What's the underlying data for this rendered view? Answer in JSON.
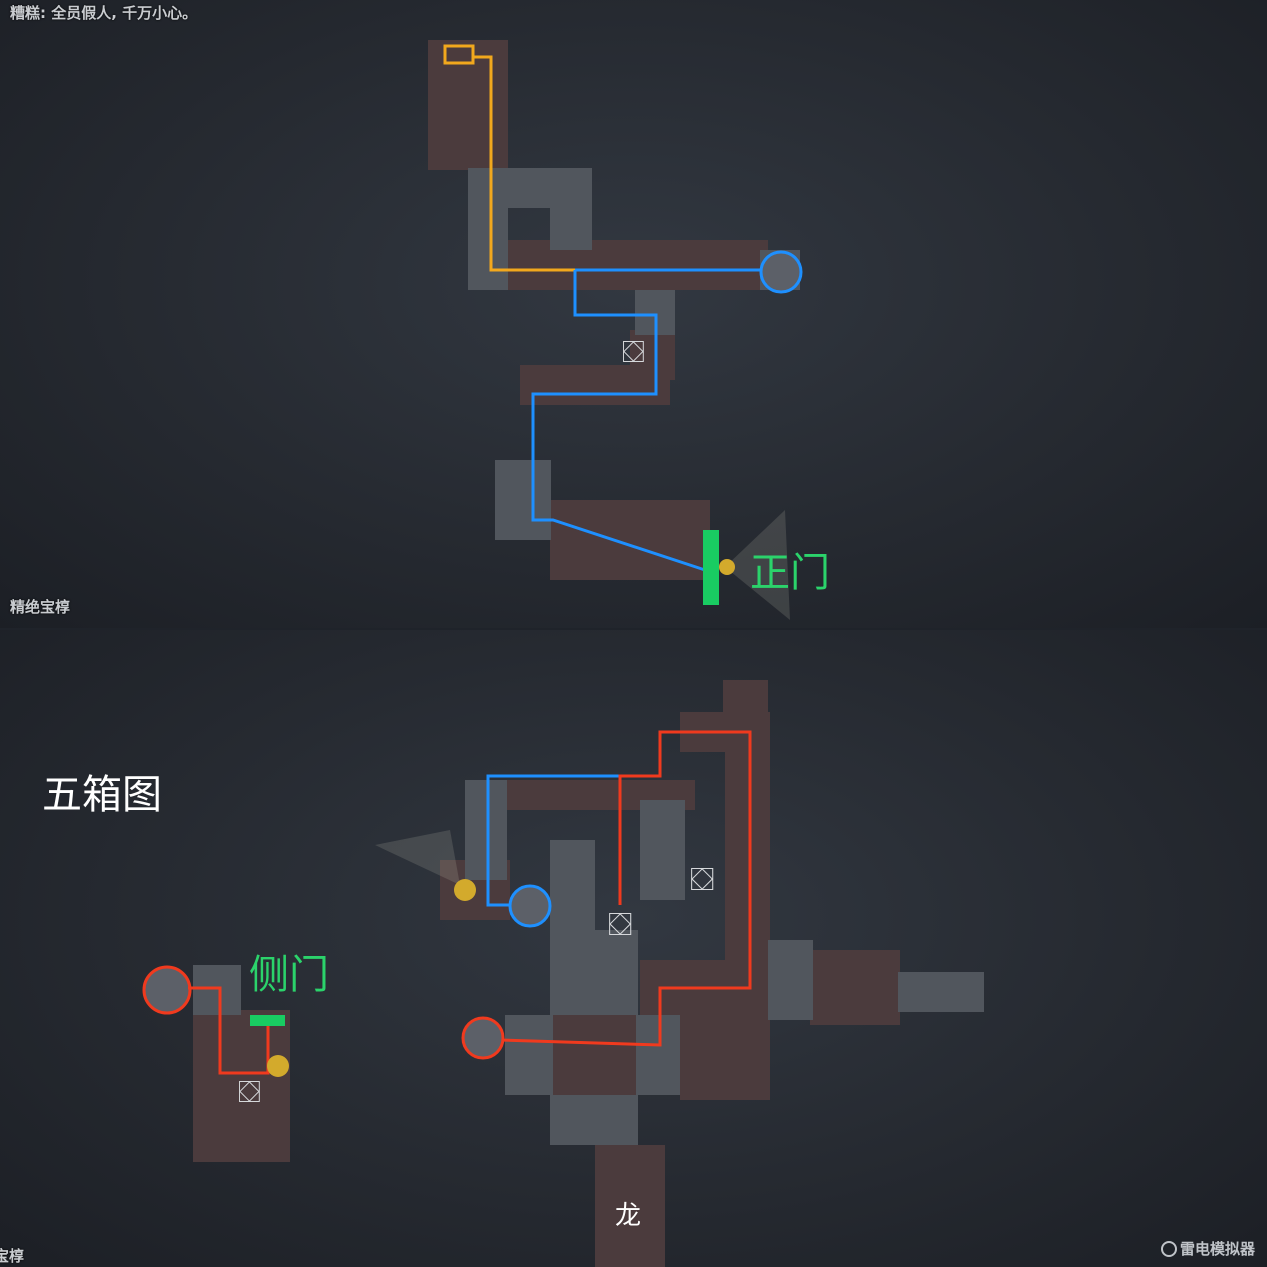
{
  "top_map": {
    "hint_text": "糟糕: 全员假人, 千万小心。",
    "map_name": "精绝宝椁",
    "entrance_label": "正门"
  },
  "bottom_map": {
    "map_name": "宝椁",
    "title": "五箱图",
    "side_entrance_label": "侧门",
    "dragon_label": "龙"
  },
  "watermark": "雷电模拟器",
  "colors": {
    "background": "#23272e",
    "room_brown": "#4b3b3d",
    "room_gray": "#51565d",
    "route_orange": "#f2a81d",
    "route_blue": "#1e90ff",
    "route_red": "#f03a1e",
    "door_green": "#19cc62"
  }
}
